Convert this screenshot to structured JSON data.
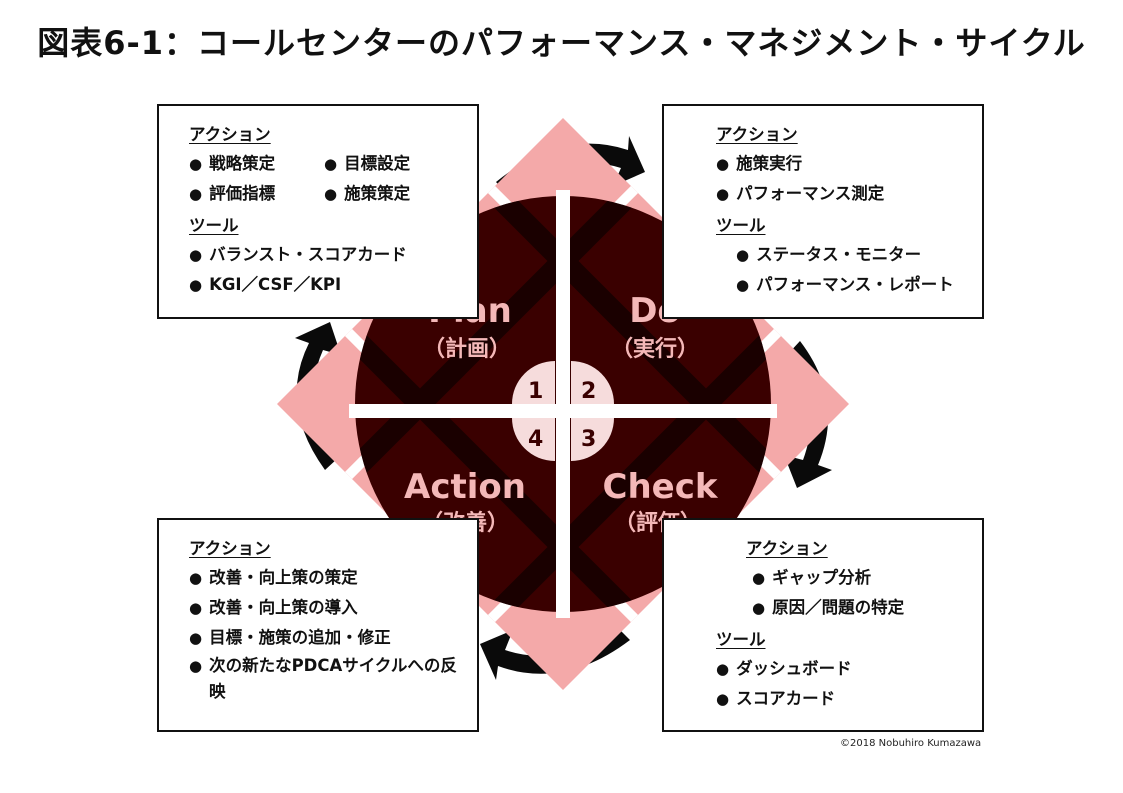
{
  "title": "図表6-1：コールセンターのパフォーマンス・マネジメント・サイクル",
  "quadrants": {
    "plan": {
      "name": "Plan",
      "sub": "（計画）",
      "number": "1"
    },
    "do": {
      "name": "Do",
      "sub": "（実行）",
      "number": "2"
    },
    "check": {
      "name": "Check",
      "sub": "（評価）",
      "number": "3"
    },
    "action": {
      "name": "Action",
      "sub": "（改善）",
      "number": "4"
    }
  },
  "boxes": {
    "plan": {
      "action_head": "アクション",
      "actions_col1": [
        "戦略策定",
        "評価指標"
      ],
      "actions_col2": [
        "目標設定",
        "施策策定"
      ],
      "tool_head": "ツール",
      "tools": [
        "バランスト・スコアカード",
        "KGI／CSF／KPI"
      ]
    },
    "do": {
      "action_head": "アクション",
      "actions": [
        "施策実行",
        "パフォーマンス測定"
      ],
      "tool_head": "ツール",
      "tools": [
        "ステータス・モニター",
        "パフォーマンス・レポート"
      ]
    },
    "action": {
      "action_head": "アクション",
      "actions": [
        "改善・向上策の策定",
        "改善・向上策の導入",
        "目標・施策の追加・修正",
        "次の新たなPDCAサイクルへの反映"
      ]
    },
    "check": {
      "action_head": "アクション",
      "actions": [
        "ギャップ分析",
        "原因／問題の特定"
      ],
      "tool_head": "ツール",
      "tools": [
        "ダッシュボード",
        "スコアカード"
      ]
    }
  },
  "copyright": "©2018 Nobuhiro Kumazawa",
  "colors": {
    "circle": "#3a0000",
    "diamond": "#f4a9a9",
    "arrow": "#0a0a0a",
    "center": "#f6dcdc"
  }
}
